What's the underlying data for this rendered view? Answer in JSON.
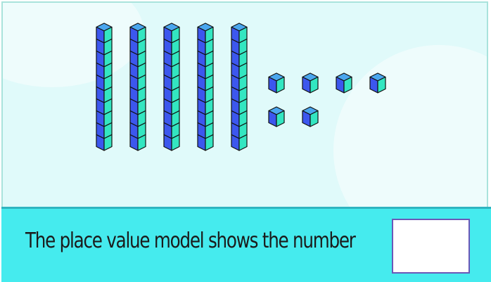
{
  "place_value_model": {
    "tens_rods": 5,
    "ones_cubes": 6,
    "colors": {
      "cube_left_face": "#3c57ee",
      "cube_right_face": "#33e6c1",
      "cube_top_face": "#4aa6ee",
      "outline": "#111111"
    }
  },
  "prompt": {
    "text": "The place value model shows the number",
    "answer_value": ""
  }
}
